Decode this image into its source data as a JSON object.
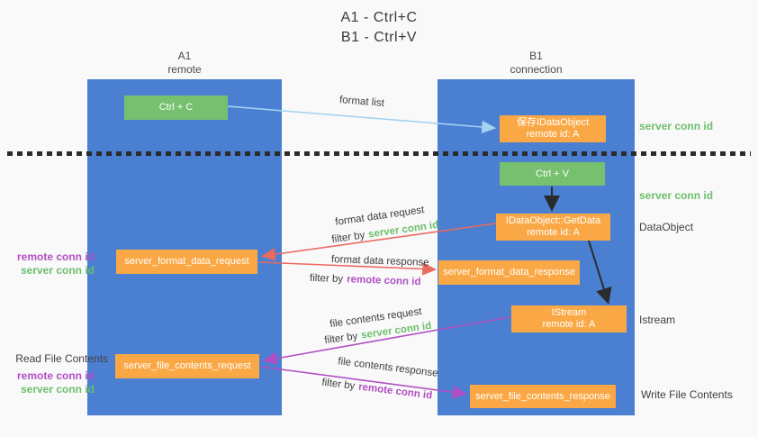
{
  "title": {
    "line1": "A1 - Ctrl+C",
    "line2": "B1 - Ctrl+V"
  },
  "columns": {
    "a1": {
      "name": "A1",
      "subtitle": "remote"
    },
    "b1": {
      "name": "B1",
      "subtitle": "connection"
    }
  },
  "nodes": {
    "ctrl_c": {
      "label": "Ctrl + C"
    },
    "save_idataobject": {
      "line1": "保存IDataObject",
      "line2": "remote id: A"
    },
    "ctrl_v": {
      "label": "Ctrl + V"
    },
    "getdata": {
      "line1": "IDataObject::GetData",
      "line2": "remote id: A"
    },
    "format_request": {
      "label": "server_format_data_request"
    },
    "format_response": {
      "label": "server_format_data_response"
    },
    "istream": {
      "line1": "IStream",
      "line2": "remote id: A"
    },
    "file_request": {
      "label": "server_file_contents_request"
    },
    "file_response": {
      "label": "server_file_contents_response"
    }
  },
  "side_labels": {
    "server_conn_id_top": "server conn id",
    "server_conn_id_mid": "server conn id",
    "dataobject": "DataObject",
    "istream": "Istream",
    "write_file_contents": "Write File Contents",
    "read_file_contents": "Read File Contents",
    "left_pair1": {
      "remote": "remote conn id",
      "server": "server conn id"
    },
    "left_pair2": {
      "remote": "remote conn id",
      "server": "server conn id"
    }
  },
  "arrow_labels": {
    "format_list": "format list",
    "format_data_request": "format data request",
    "filter_prefix1": "filter by",
    "filter_value1": "server conn id",
    "format_data_response": "format data response",
    "filter_prefix2": "filter by",
    "filter_value2": "remote conn id",
    "file_contents_request": "file contents request",
    "filter_prefix3": "filter by",
    "filter_value3": "server conn id",
    "file_contents_response": "file contents response",
    "filter_prefix4": "filter by",
    "filter_value4": "remote conn id"
  },
  "colors": {
    "lifeline_blue": "#4a7fd2",
    "action_green": "#76c06f",
    "message_orange": "#f9a845",
    "server_conn_green": "#6cbf6c",
    "remote_conn_purple": "#b14fc4",
    "format_arrow_red": "#e96a5f",
    "file_arrow_purple": "#b14fc4",
    "format_list_blue": "#a5d2f2",
    "black_arrow": "#2b2b2b",
    "background": "#f9f9f9"
  }
}
